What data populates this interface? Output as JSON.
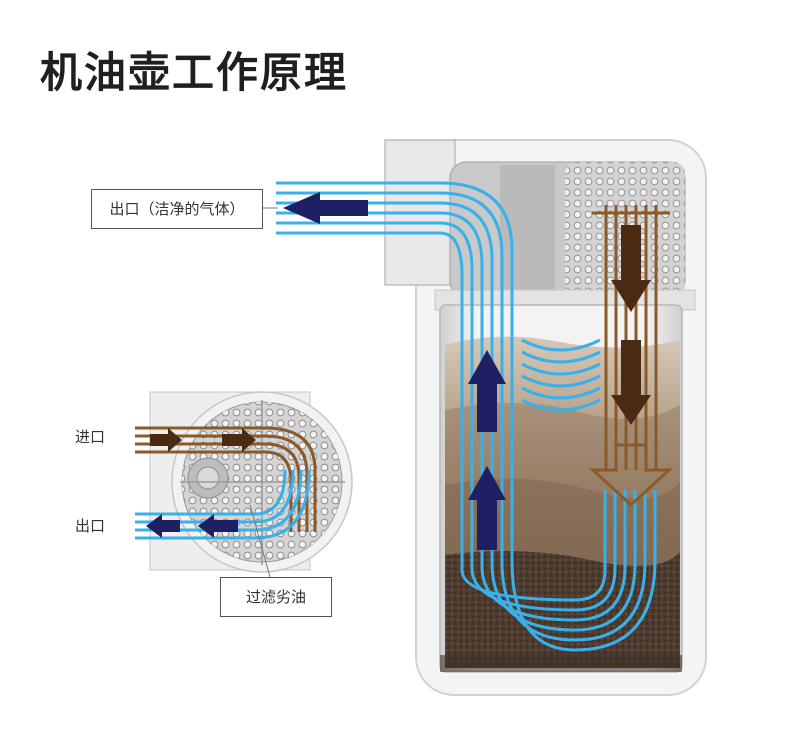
{
  "title": "机油壶工作原理",
  "labels": {
    "outlet_clean": "出口（洁净的气体）",
    "inlet": "进口",
    "outlet": "出口",
    "filter": "过滤劣油"
  },
  "colors": {
    "air_line": "#3ab0ea",
    "air_arrow": "#1f2063",
    "oil_line": "#8a5a2b",
    "oil_arrow": "#4a2a12",
    "title": "#1f1f1f"
  }
}
